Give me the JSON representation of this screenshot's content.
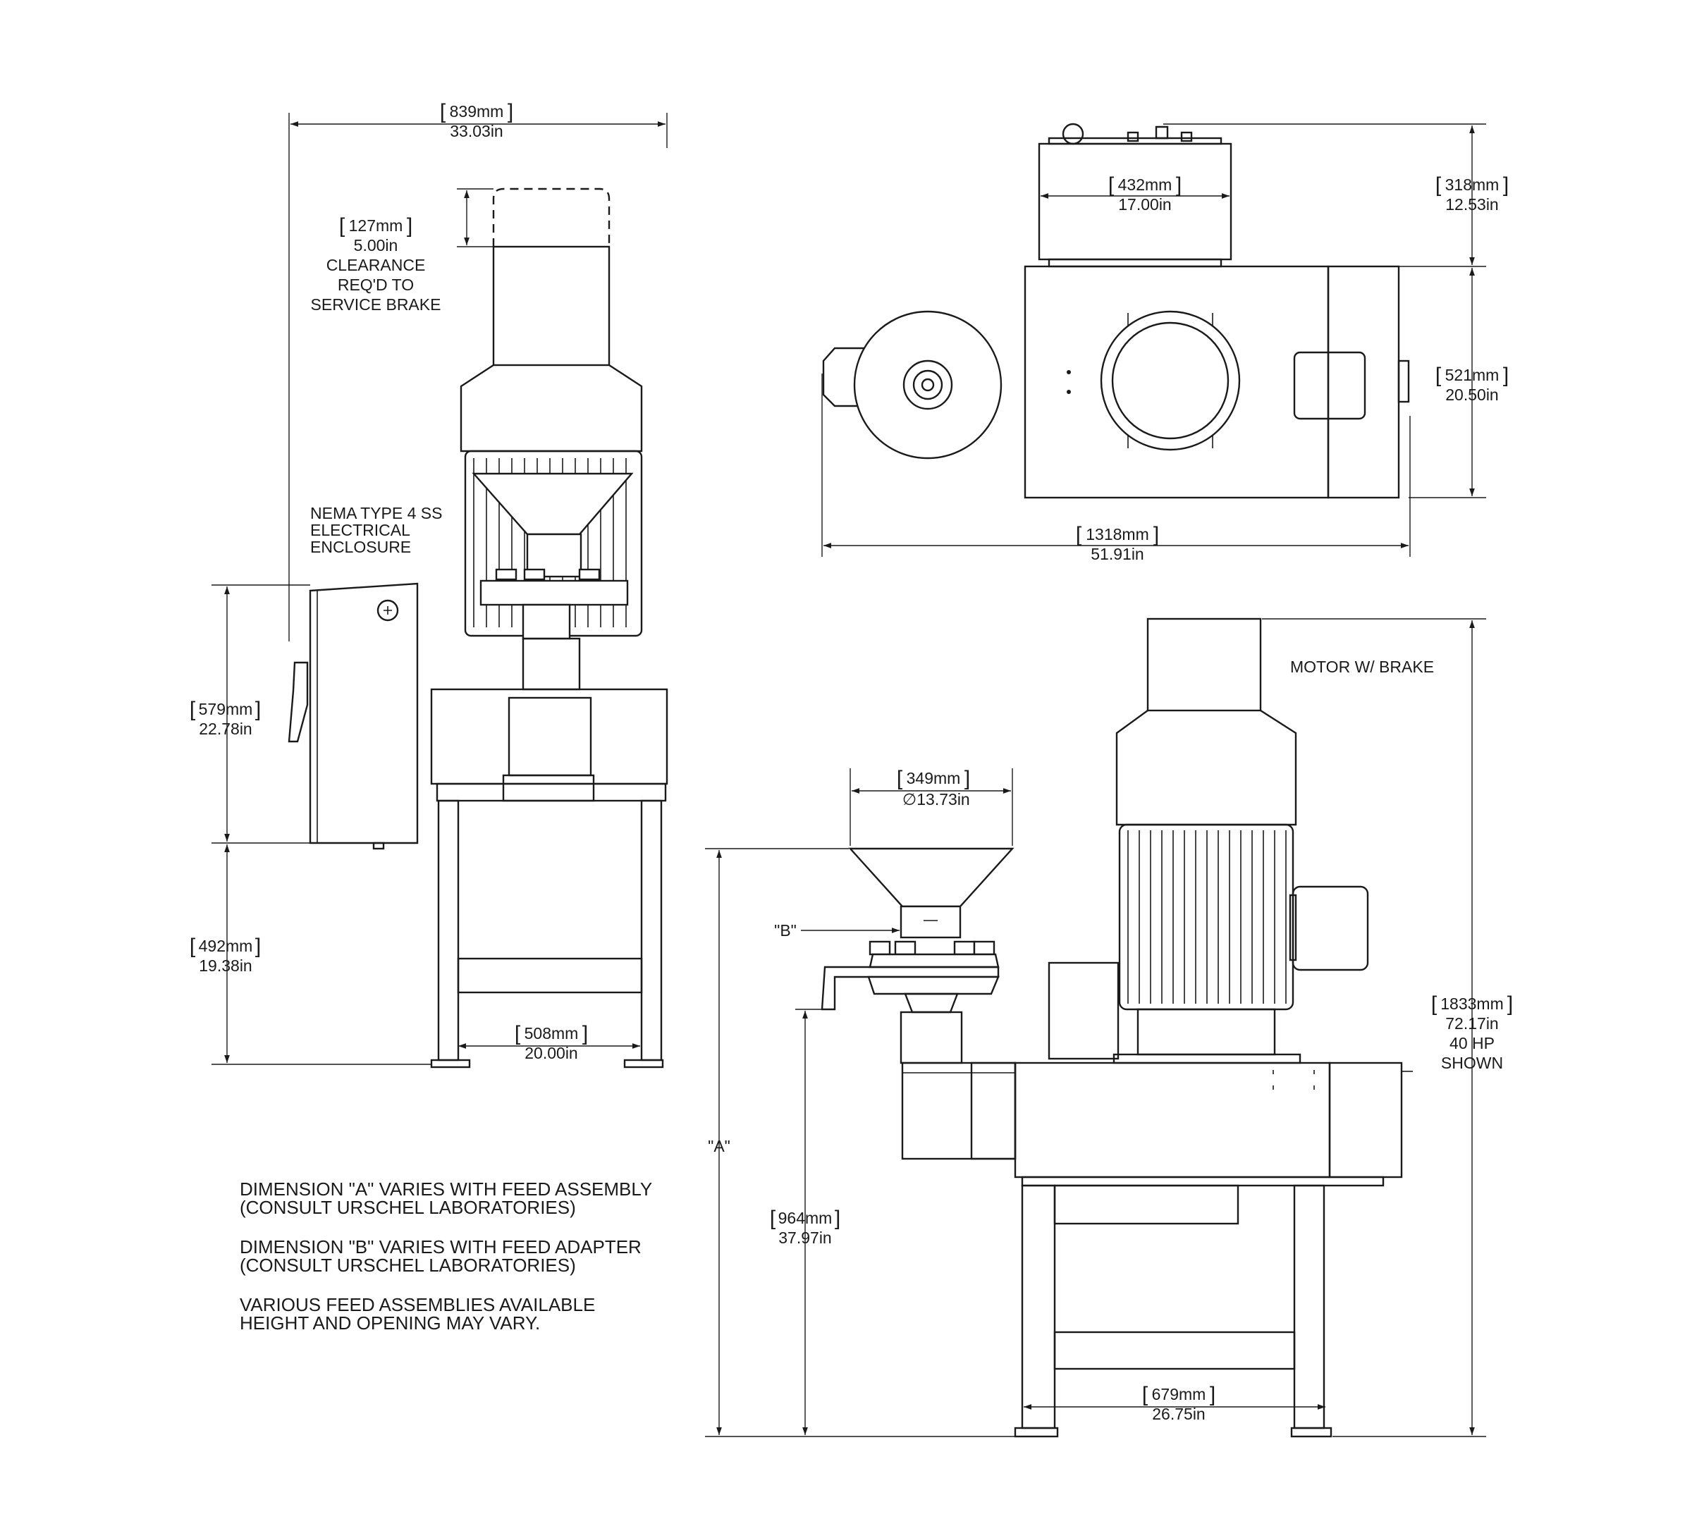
{
  "dimensions": {
    "overall_width": {
      "mm": "839mm",
      "in": "33.03in"
    },
    "brake_clearance": {
      "mm": "127mm",
      "in": "5.00in",
      "note": [
        "CLEARANCE",
        "REQ'D TO",
        "SERVICE BRAKE"
      ]
    },
    "enclosure_height": {
      "mm": "579mm",
      "in": "22.78in"
    },
    "enclosure_base": {
      "mm": "492mm",
      "in": "19.38in"
    },
    "leg_spacing_side": {
      "mm": "508mm",
      "in": "20.00in"
    },
    "top_width": {
      "mm": "432mm",
      "in": "17.00in"
    },
    "top_height": {
      "mm": "318mm",
      "in": "12.53in"
    },
    "body_depth": {
      "mm": "521mm",
      "in": "20.50in"
    },
    "overall_length": {
      "mm": "1318mm",
      "in": "51.91in"
    },
    "feed_diameter": {
      "mm": "349mm",
      "in": "13.73in",
      "symbol": "∅"
    },
    "overall_height": {
      "mm": "1833mm",
      "in": "72.17in",
      "extra": [
        "40 HP",
        "SHOWN"
      ]
    },
    "discharge_height": {
      "mm": "964mm",
      "in": "37.97in"
    },
    "leg_spacing_front": {
      "mm": "679mm",
      "in": "26.75in"
    }
  },
  "labels": {
    "enclosure": [
      "NEMA TYPE 4 SS",
      "ELECTRICAL",
      "ENCLOSURE"
    ],
    "motor": "MOTOR W/ BRAKE",
    "dim_a": "\"A\"",
    "dim_b": "\"B\""
  },
  "notes": [
    [
      "DIMENSION \"A\" VARIES WITH FEED ASSEMBLY",
      "(CONSULT URSCHEL LABORATORIES)"
    ],
    [
      "DIMENSION \"B\" VARIES WITH FEED ADAPTER",
      "(CONSULT URSCHEL LABORATORIES)"
    ],
    [
      "VARIOUS FEED ASSEMBLIES AVAILABLE",
      "HEIGHT AND OPENING MAY VARY."
    ]
  ],
  "colors": {
    "line": "#1a1a1a",
    "background": "#ffffff"
  }
}
